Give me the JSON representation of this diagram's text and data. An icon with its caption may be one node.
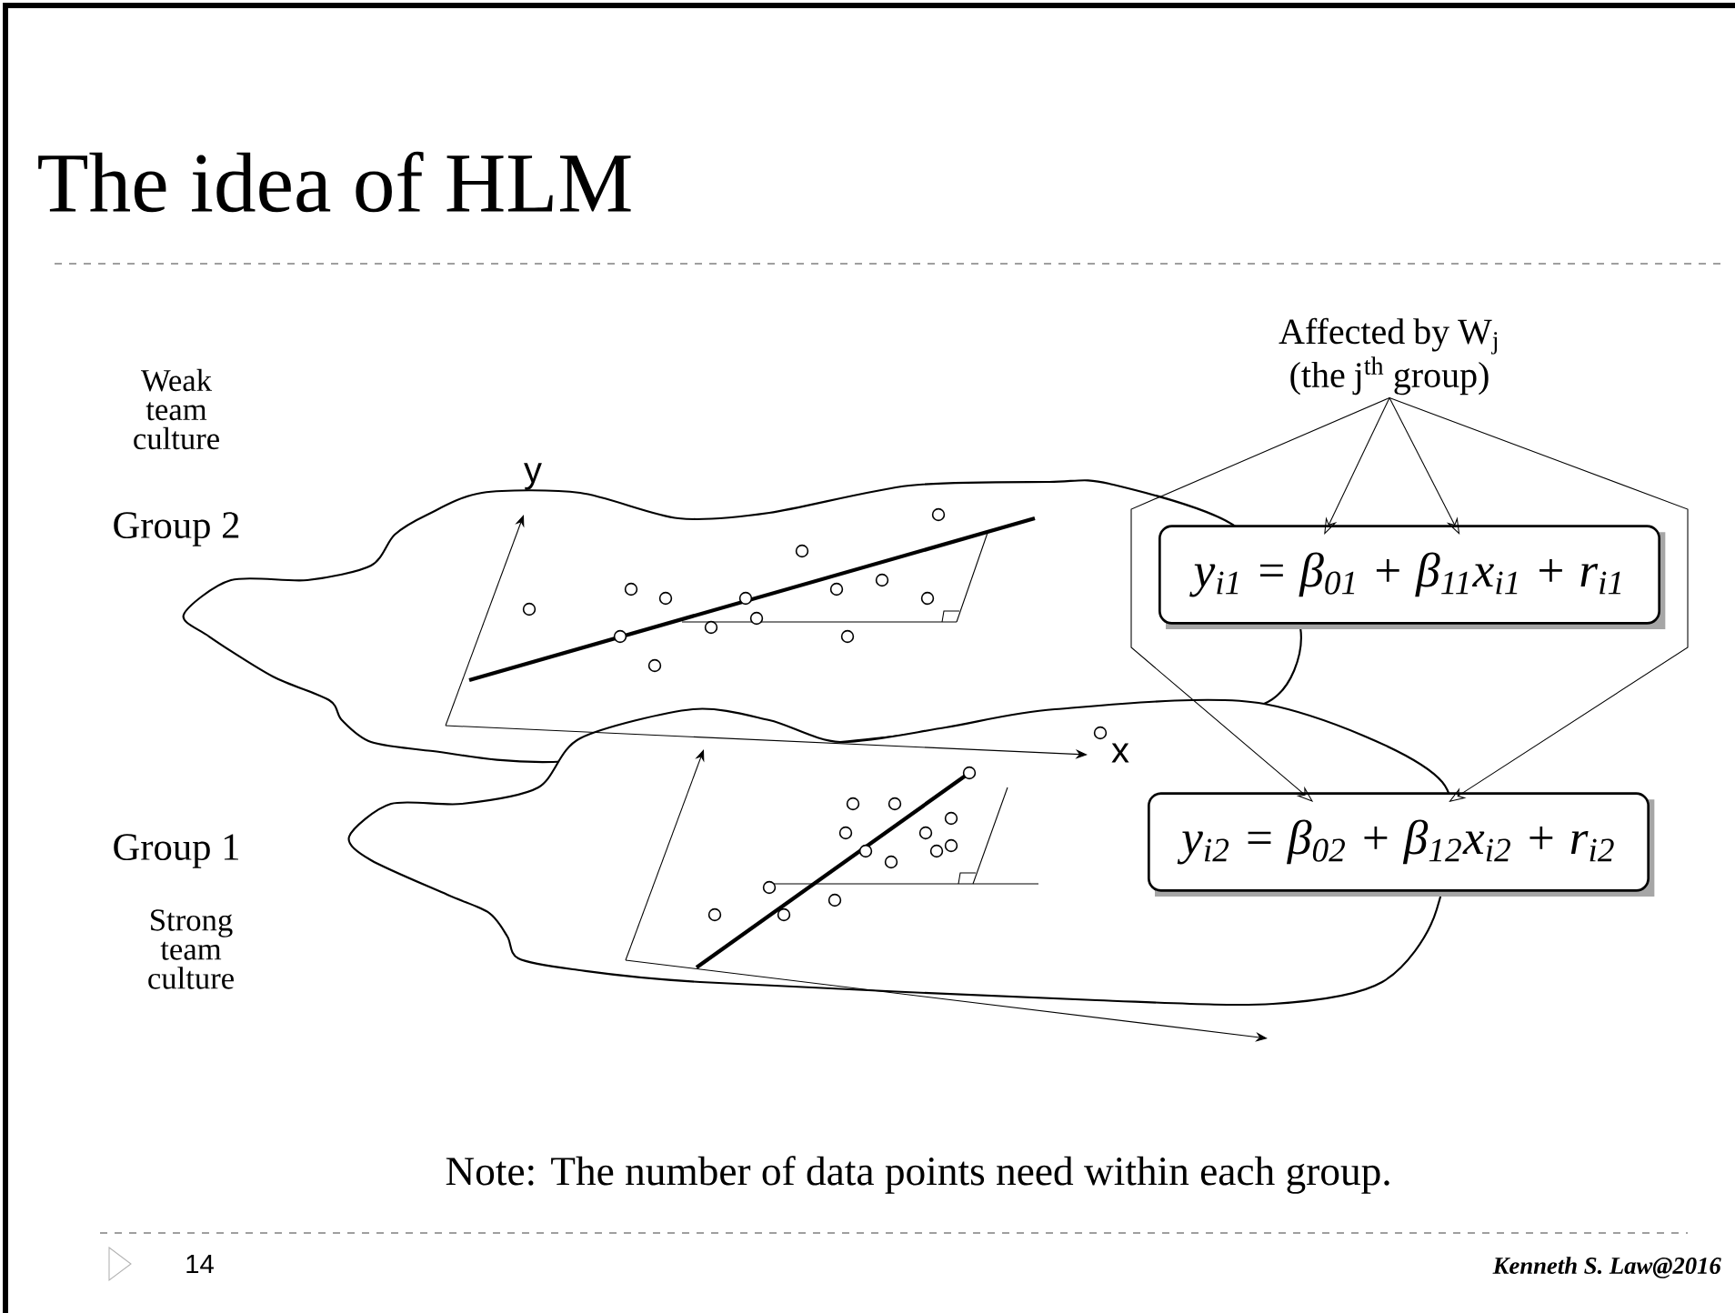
{
  "diagram": {
    "title": "The idea of HLM",
    "nodes": [
      {
        "text": [
          "Affected by W$_{j}$ (the j$^{th}$ group)"
        ]
      },
      {
        "text": [
          "y$_{i1}$ = β$_{01}$ + β$_{11}$x$_{i1}$ + r$_{i1}$"
        ]
      },
      {
        "text": [
          "y$_{i2}$ = β$_{02}$ + β$_{12}$x$_{i2}$ + r$_{i2}$"
        ]
      }
    ],
    "edges": [
      {
        "from": 0,
        "to": 1,
        "arrow": "to"
      },
      {
        "from": 0,
        "to": 1,
        "arrow": "to"
      },
      {
        "from": 0,
        "to": 2,
        "arrow": "to"
      },
      {
        "from": 0,
        "to": 2,
        "arrow": "to"
      }
    ],
    "labels": [
      "Weak team culture",
      "y",
      "Group 2",
      "x",
      "Group 1",
      "Strong team culture",
      "Note: The number of data points need within each group.",
      "14",
      "Kenneth S. Law@2016"
    ]
  }
}
